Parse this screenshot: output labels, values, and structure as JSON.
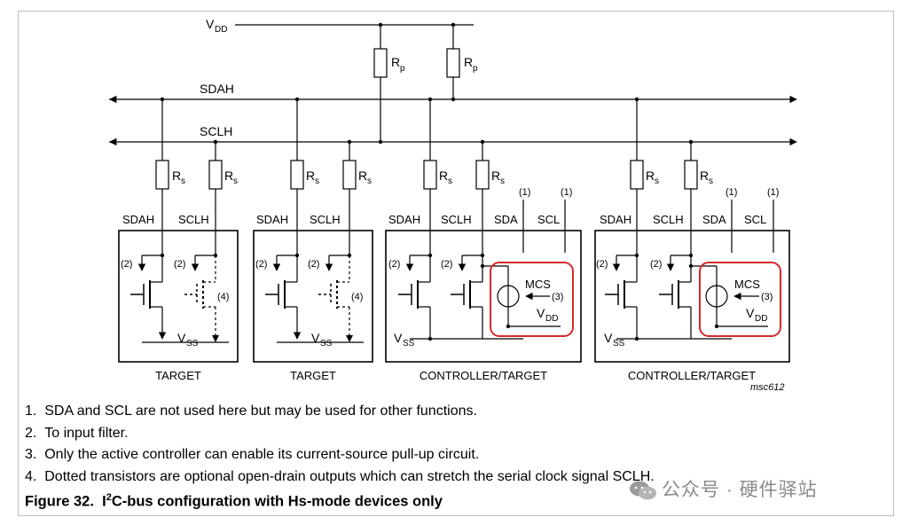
{
  "diagram": {
    "vdd_rail": {
      "label": "V",
      "sub": "DD"
    },
    "pullup_label": {
      "main": "R",
      "sub": "p"
    },
    "series_label": {
      "main": "R",
      "sub": "s"
    },
    "bus_sdah": "SDAH",
    "bus_sclh": "SCLH",
    "vss": {
      "main": "V",
      "sub": "SS"
    },
    "vdd_small": {
      "main": "V",
      "sub": "DD"
    },
    "mcs": "MCS",
    "note_marks": {
      "n1": "(1)",
      "n2": "(2)",
      "n3": "(3)",
      "n4": "(4)"
    },
    "pin_labels": {
      "sdah": "SDAH",
      "sclh": "SCLH",
      "sda": "SDA",
      "scl": "SCL"
    },
    "devices": [
      {
        "title": "TARGET"
      },
      {
        "title": "TARGET"
      },
      {
        "title": "CONTROLLER/TARGET"
      },
      {
        "title": "CONTROLLER/TARGET"
      }
    ],
    "drawing_id": "msc612",
    "highlight_color": "#d42a2a"
  },
  "notes": [
    "1.  SDA and SCL are not used here but may be used for other functions.",
    "2.  To input filter.",
    "3.  Only the active controller can enable its current-source pull-up circuit.",
    "4.  Dotted transistors are optional open-drain outputs which can stretch the serial clock signal SCLH."
  ],
  "caption": {
    "prefix": "Figure 32.  I",
    "sup": "2",
    "rest": "C-bus configuration with Hs-mode devices only"
  },
  "watermark": "公众号 · 硬件驿站"
}
